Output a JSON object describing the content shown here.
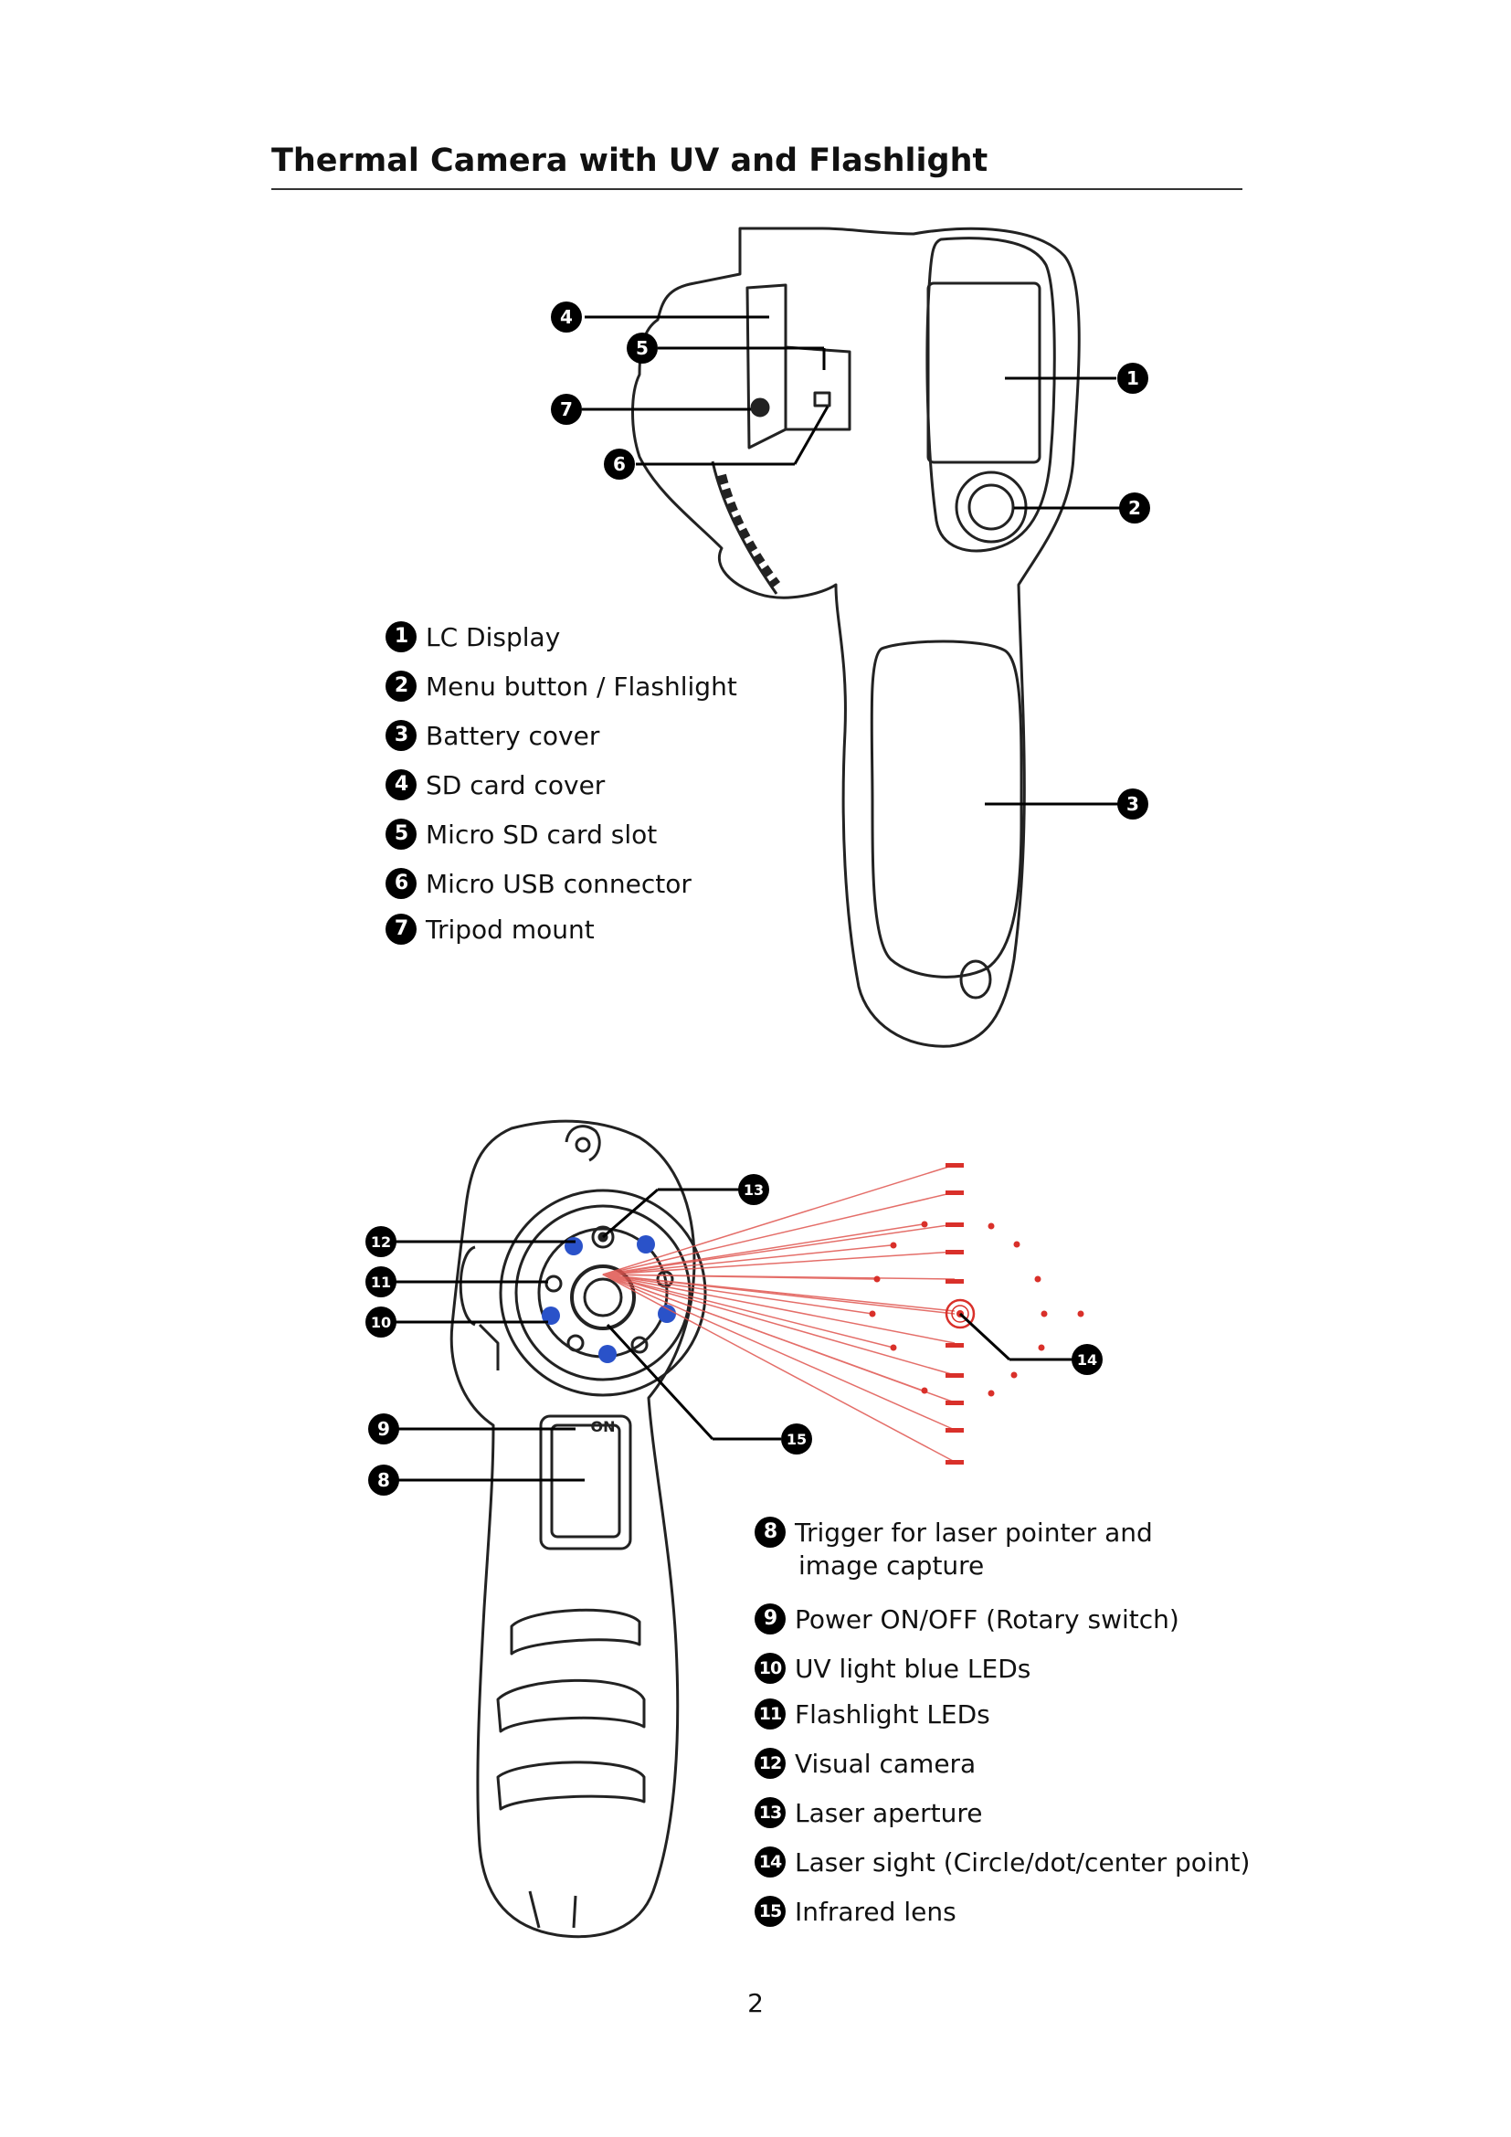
{
  "title": "Thermal Camera with UV and Flashlight",
  "figure_top": {
    "callouts": [
      "1",
      "2",
      "3",
      "4",
      "5",
      "6",
      "7"
    ],
    "legend": [
      {
        "num": "1",
        "text": "LC Display"
      },
      {
        "num": "2",
        "text": "Menu button / Flashlight"
      },
      {
        "num": "3",
        "text": "Battery cover"
      },
      {
        "num": "4",
        "text": "SD card cover"
      },
      {
        "num": "5",
        "text": "Micro SD card slot"
      },
      {
        "num": "6",
        "text": "Micro USB connector"
      },
      {
        "num": "7",
        "text": "Tripod mount"
      }
    ]
  },
  "figure_bottom": {
    "callouts": [
      "8",
      "9",
      "10",
      "11",
      "12",
      "13",
      "14",
      "15"
    ],
    "switch_label": "ON",
    "legend": [
      {
        "num": "8",
        "text": "Trigger for laser pointer and",
        "text2": "image capture"
      },
      {
        "num": "9",
        "text": "Power ON/OFF (Rotary switch)"
      },
      {
        "num": "10",
        "text": "UV light blue LEDs"
      },
      {
        "num": "11",
        "text": "Flashlight LEDs"
      },
      {
        "num": "12",
        "text": "Visual camera"
      },
      {
        "num": "13",
        "text": "Laser aperture"
      },
      {
        "num": "14",
        "text": "Laser sight (Circle/dot/center point)"
      },
      {
        "num": "15",
        "text": "Infrared lens"
      }
    ],
    "colors": {
      "laser": "#d9302a",
      "uv_led": "#2a52c9"
    }
  },
  "page_number": "2"
}
